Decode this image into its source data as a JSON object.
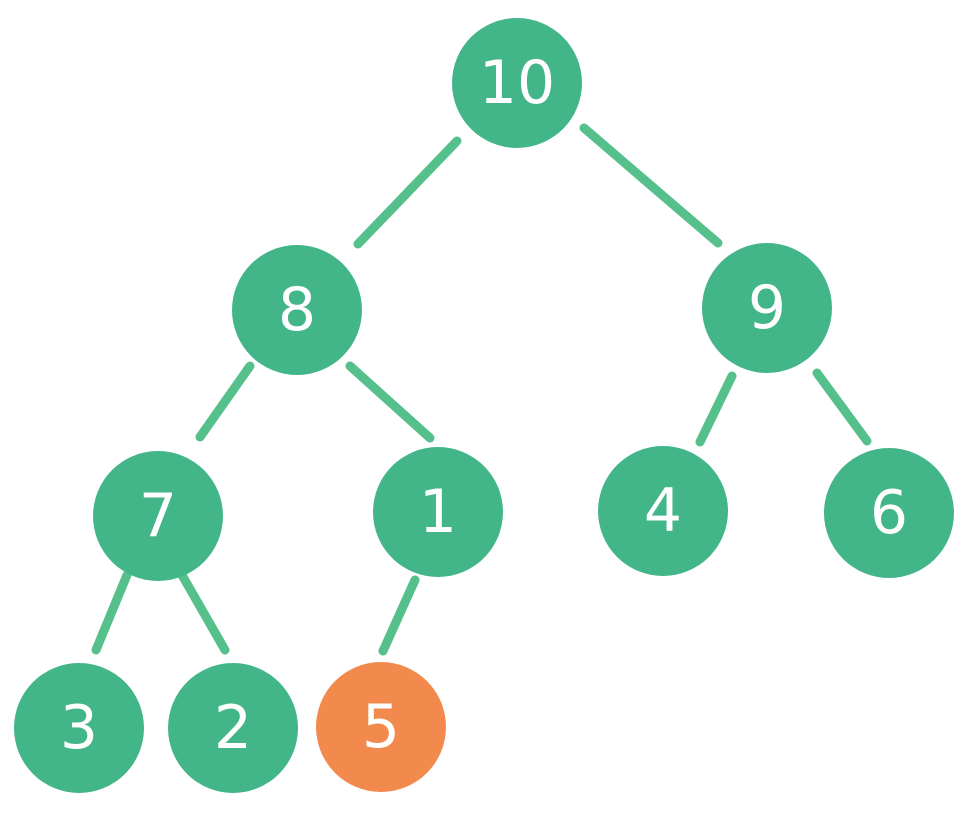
{
  "colors": {
    "node": "#42b589",
    "highlight": "#f28a4e",
    "edge": "#55c08b",
    "text": "#ffffff"
  },
  "tree": {
    "nodes": [
      {
        "id": "n10",
        "label": "10",
        "color": "node"
      },
      {
        "id": "n8",
        "label": "8",
        "color": "node"
      },
      {
        "id": "n9",
        "label": "9",
        "color": "node"
      },
      {
        "id": "n7",
        "label": "7",
        "color": "node"
      },
      {
        "id": "n1",
        "label": "1",
        "color": "node"
      },
      {
        "id": "n4",
        "label": "4",
        "color": "node"
      },
      {
        "id": "n6",
        "label": "6",
        "color": "node"
      },
      {
        "id": "n3",
        "label": "3",
        "color": "node"
      },
      {
        "id": "n2",
        "label": "2",
        "color": "node"
      },
      {
        "id": "n5",
        "label": "5",
        "color": "highlight"
      }
    ],
    "edges": [
      {
        "from": "n10",
        "to": "n8"
      },
      {
        "from": "n10",
        "to": "n9"
      },
      {
        "from": "n8",
        "to": "n7"
      },
      {
        "from": "n8",
        "to": "n1"
      },
      {
        "from": "n9",
        "to": "n4"
      },
      {
        "from": "n9",
        "to": "n6"
      },
      {
        "from": "n7",
        "to": "n3"
      },
      {
        "from": "n7",
        "to": "n2"
      },
      {
        "from": "n1",
        "to": "n5"
      }
    ]
  }
}
